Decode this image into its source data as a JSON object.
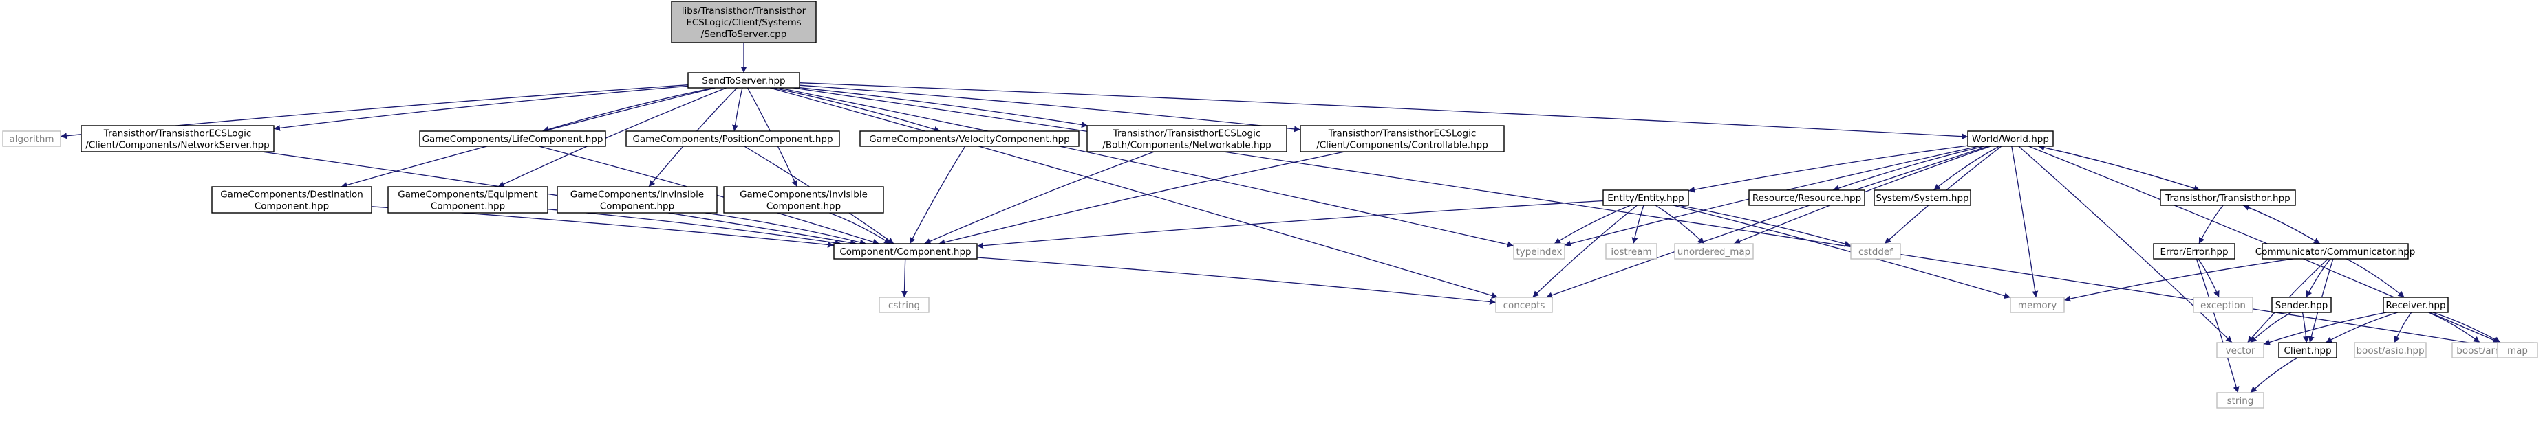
{
  "diagram": {
    "title": "",
    "edge_color": "#191970",
    "root_fill": "#bfbfbf",
    "external_stroke": "#bfbfbf",
    "nodes": [
      {
        "id": "root",
        "lines": [
          "libs/Transisthor/Transisthor",
          "ECSLogic/Client/Systems",
          "/SendToServer.cpp"
        ],
        "kind": "root"
      },
      {
        "id": "sendtoserver",
        "lines": [
          "SendToServer.hpp"
        ],
        "kind": "file"
      },
      {
        "id": "algorithm",
        "lines": [
          "algorithm"
        ],
        "kind": "external"
      },
      {
        "id": "networkserver",
        "lines": [
          "Transisthor/TransisthorECSLogic",
          "/Client/Components/NetworkServer.hpp"
        ],
        "kind": "file"
      },
      {
        "id": "life",
        "lines": [
          "GameComponents/LifeComponent.hpp"
        ],
        "kind": "file"
      },
      {
        "id": "position",
        "lines": [
          "GameComponents/PositionComponent.hpp"
        ],
        "kind": "file"
      },
      {
        "id": "velocity",
        "lines": [
          "GameComponents/VelocityComponent.hpp"
        ],
        "kind": "file"
      },
      {
        "id": "networkable",
        "lines": [
          "Transisthor/TransisthorECSLogic",
          "/Both/Components/Networkable.hpp"
        ],
        "kind": "file"
      },
      {
        "id": "controllable",
        "lines": [
          "Transisthor/TransisthorECSLogic",
          "/Client/Components/Controllable.hpp"
        ],
        "kind": "file"
      },
      {
        "id": "world",
        "lines": [
          "World/World.hpp"
        ],
        "kind": "file"
      },
      {
        "id": "destination",
        "lines": [
          "GameComponents/Destination",
          "Component.hpp"
        ],
        "kind": "file"
      },
      {
        "id": "equipment",
        "lines": [
          "GameComponents/Equipment",
          "Component.hpp"
        ],
        "kind": "file"
      },
      {
        "id": "invinsible",
        "lines": [
          "GameComponents/Invinsible",
          "Component.hpp"
        ],
        "kind": "file"
      },
      {
        "id": "invisible",
        "lines": [
          "GameComponents/Invisible",
          "Component.hpp"
        ],
        "kind": "file"
      },
      {
        "id": "entity",
        "lines": [
          "Entity/Entity.hpp"
        ],
        "kind": "file"
      },
      {
        "id": "resource",
        "lines": [
          "Resource/Resource.hpp"
        ],
        "kind": "file"
      },
      {
        "id": "system",
        "lines": [
          "System/System.hpp"
        ],
        "kind": "file"
      },
      {
        "id": "transisthor",
        "lines": [
          "Transisthor/Transisthor.hpp"
        ],
        "kind": "file"
      },
      {
        "id": "component",
        "lines": [
          "Component/Component.hpp"
        ],
        "kind": "file"
      },
      {
        "id": "typeindex",
        "lines": [
          "typeindex"
        ],
        "kind": "external"
      },
      {
        "id": "iostream",
        "lines": [
          "iostream"
        ],
        "kind": "external"
      },
      {
        "id": "unordered_map",
        "lines": [
          "unordered_map"
        ],
        "kind": "external"
      },
      {
        "id": "cstddef",
        "lines": [
          "cstddef"
        ],
        "kind": "external"
      },
      {
        "id": "error",
        "lines": [
          "Error/Error.hpp"
        ],
        "kind": "file"
      },
      {
        "id": "communicator",
        "lines": [
          "Communicator/Communicator.hpp"
        ],
        "kind": "file"
      },
      {
        "id": "cstring",
        "lines": [
          "cstring"
        ],
        "kind": "external"
      },
      {
        "id": "concepts",
        "lines": [
          "concepts"
        ],
        "kind": "external"
      },
      {
        "id": "memory",
        "lines": [
          "memory"
        ],
        "kind": "external"
      },
      {
        "id": "exception",
        "lines": [
          "exception"
        ],
        "kind": "external"
      },
      {
        "id": "sender",
        "lines": [
          "Sender.hpp"
        ],
        "kind": "file"
      },
      {
        "id": "receiver",
        "lines": [
          "Receiver.hpp"
        ],
        "kind": "file"
      },
      {
        "id": "vector",
        "lines": [
          "vector"
        ],
        "kind": "external"
      },
      {
        "id": "client",
        "lines": [
          "Client.hpp"
        ],
        "kind": "file"
      },
      {
        "id": "boostasio",
        "lines": [
          "boost/asio.hpp"
        ],
        "kind": "external"
      },
      {
        "id": "boostarray",
        "lines": [
          "boost/array.hpp"
        ],
        "kind": "external"
      },
      {
        "id": "map",
        "lines": [
          "map"
        ],
        "kind": "external"
      },
      {
        "id": "string",
        "lines": [
          "string"
        ],
        "kind": "external"
      }
    ],
    "edges": [
      [
        "root",
        "sendtoserver"
      ],
      [
        "sendtoserver",
        "algorithm"
      ],
      [
        "sendtoserver",
        "networkserver"
      ],
      [
        "sendtoserver",
        "life"
      ],
      [
        "sendtoserver",
        "position"
      ],
      [
        "sendtoserver",
        "velocity"
      ],
      [
        "sendtoserver",
        "networkable"
      ],
      [
        "sendtoserver",
        "controllable"
      ],
      [
        "sendtoserver",
        "world"
      ],
      [
        "sendtoserver",
        "destination"
      ],
      [
        "sendtoserver",
        "equipment"
      ],
      [
        "sendtoserver",
        "invinsible"
      ],
      [
        "sendtoserver",
        "invisible"
      ],
      [
        "sendtoserver",
        "typeindex"
      ],
      [
        "sendtoserver",
        "concepts"
      ],
      [
        "sendtoserver",
        "map"
      ],
      [
        "networkserver",
        "component"
      ],
      [
        "life",
        "component"
      ],
      [
        "position",
        "component"
      ],
      [
        "velocity",
        "component"
      ],
      [
        "networkable",
        "component"
      ],
      [
        "controllable",
        "component"
      ],
      [
        "destination",
        "component"
      ],
      [
        "equipment",
        "component"
      ],
      [
        "invinsible",
        "component"
      ],
      [
        "invisible",
        "component"
      ],
      [
        "component",
        "cstring"
      ],
      [
        "component",
        "concepts"
      ],
      [
        "world",
        "entity"
      ],
      [
        "world",
        "resource"
      ],
      [
        "world",
        "system"
      ],
      [
        "world",
        "transisthor"
      ],
      [
        "world",
        "typeindex"
      ],
      [
        "world",
        "unordered_map"
      ],
      [
        "world",
        "cstddef"
      ],
      [
        "world",
        "memory"
      ],
      [
        "world",
        "concepts"
      ],
      [
        "world",
        "vector"
      ],
      [
        "world",
        "map"
      ],
      [
        "entity",
        "component"
      ],
      [
        "entity",
        "typeindex"
      ],
      [
        "entity",
        "iostream"
      ],
      [
        "entity",
        "unordered_map"
      ],
      [
        "entity",
        "cstddef"
      ],
      [
        "entity",
        "concepts"
      ],
      [
        "entity",
        "memory"
      ],
      [
        "transisthor",
        "world"
      ],
      [
        "transisthor",
        "error"
      ],
      [
        "transisthor",
        "communicator"
      ],
      [
        "communicator",
        "transisthor"
      ],
      [
        "communicator",
        "memory"
      ],
      [
        "communicator",
        "sender"
      ],
      [
        "communicator",
        "receiver"
      ],
      [
        "communicator",
        "client"
      ],
      [
        "communicator",
        "vector"
      ],
      [
        "error",
        "exception"
      ],
      [
        "error",
        "string"
      ],
      [
        "sender",
        "client"
      ],
      [
        "sender",
        "vector"
      ],
      [
        "receiver",
        "client"
      ],
      [
        "receiver",
        "vector"
      ],
      [
        "receiver",
        "boostasio"
      ],
      [
        "receiver",
        "boostarray"
      ],
      [
        "receiver",
        "map"
      ],
      [
        "client",
        "string"
      ]
    ]
  }
}
